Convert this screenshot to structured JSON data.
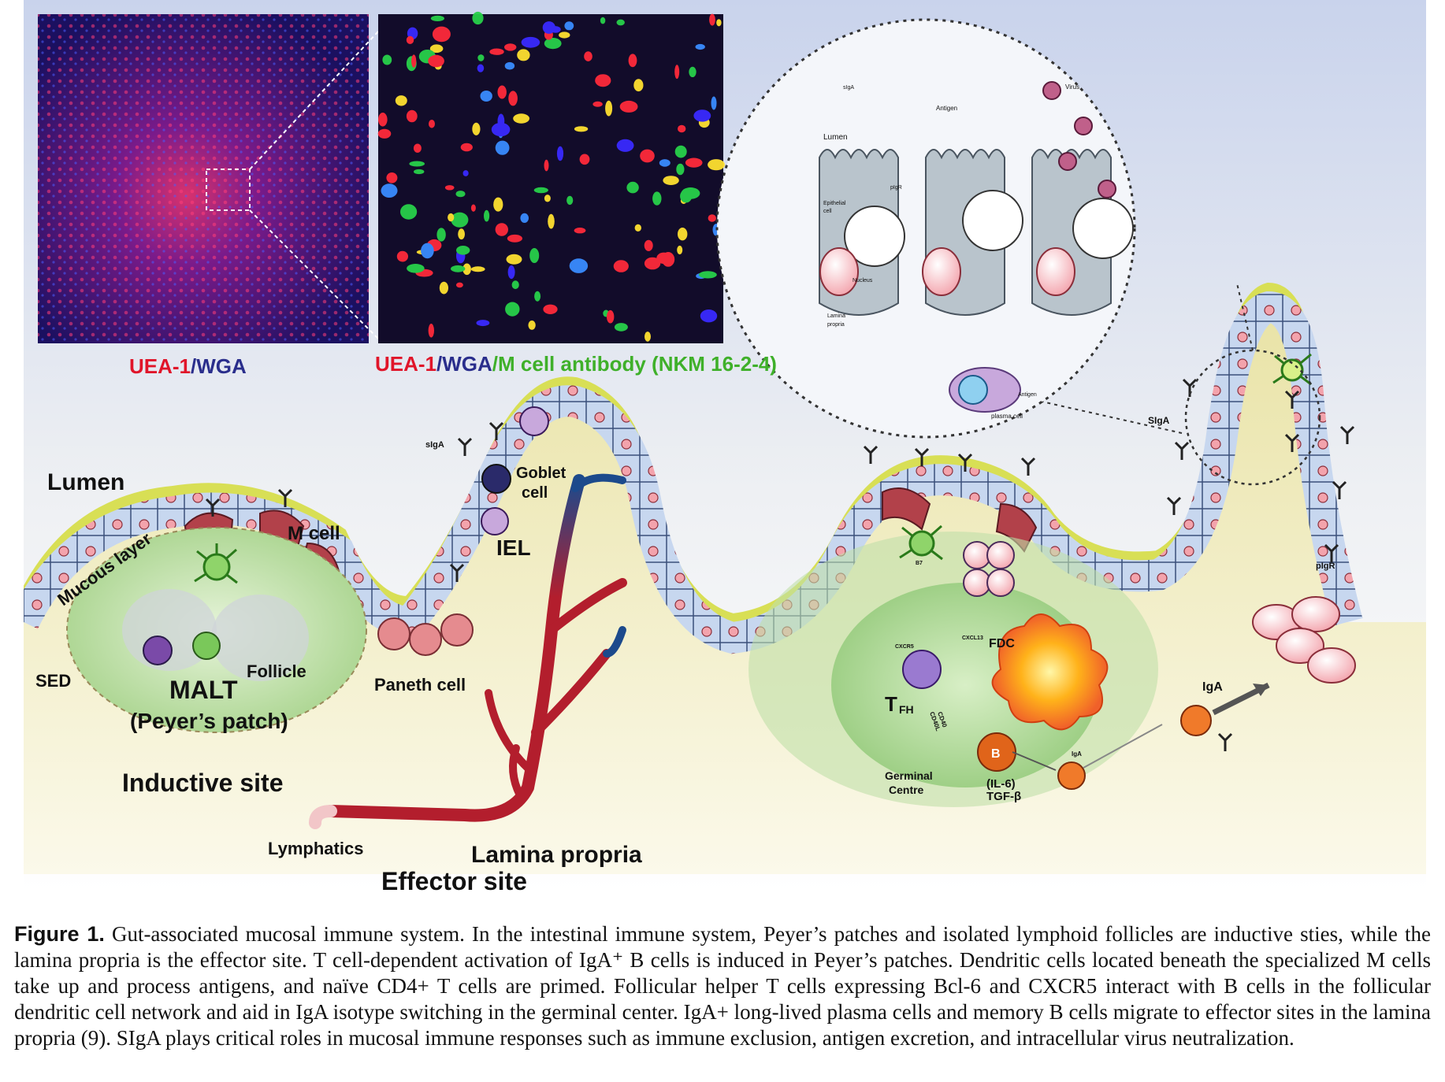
{
  "micrographs": {
    "left_caption": {
      "part1": "UEA-1",
      "sep": "/",
      "part2": "WGA"
    },
    "right_caption": {
      "part1": "UEA-1",
      "sep1": "/",
      "part2": "WGA",
      "sep2": "/",
      "part3": "M cell antibody (NKM 16-2-4)"
    }
  },
  "inset": {
    "lumen": "Lumen",
    "antigen": "Antigen",
    "virus": "Virus",
    "siga": "sIgA",
    "epithelial": "Epithelial",
    "cell": "cell",
    "pigr": "pIgR",
    "nucleus": "Nucleus",
    "lamina": "Lamina",
    "propria": "propria",
    "antigen2": "Antigen",
    "plasma_cell": "plasma cell"
  },
  "labels": {
    "lumen": "Lumen",
    "mucous_layer": "Mucous layer",
    "m_cell": "M cell",
    "siga_small": "sIgA",
    "goblet": "Goblet",
    "goblet_cell": "cell",
    "iel": "IEL",
    "siga_villus": "SIgA",
    "pigr": "pIgR",
    "sed": "SED",
    "follicle": "Follicle",
    "malt": "MALT",
    "peyers_patch": "(Peyer’s patch)",
    "paneth_cell": "Paneth cell",
    "inductive_site": "Inductive site",
    "lymphatics": "Lymphatics",
    "lamina_propria": "Lamina propria",
    "effector_site": "Effector site",
    "fdc": "FDC",
    "tfh_main": "T",
    "tfh_sub": "FH",
    "cxcr5": "CXCR5",
    "cxcl13": "CXCL13",
    "cd40l": "CD40L",
    "cd40": "CD40",
    "b": "B",
    "b7": "B7",
    "germinal": "Germinal",
    "centre": "Centre",
    "il6": "(IL-6)",
    "tgfb": "TGF-β",
    "iga_small": "IgA",
    "iga": "IgA"
  },
  "caption": {
    "title": "Figure 1.",
    "text": " Gut-associated mucosal immune system. In the intestinal immune system, Peyer’s patches and isolated lymphoid follicles are inductive sties, while the lamina propria is the effector site. T cell-dependent activation of IgA⁺ B cells is induced in Peyer’s patches. Dendritic cells located beneath the specialized M cells take up and process antigens, and naïve CD4+ T cells are primed. Follicular helper T cells expressing Bcl-6 and CXCR5 interact with B cells in the follicular dendritic cell network and aid in IgA isotype switching in the germinal center. IgA+ long-lived plasma cells and memory B cells migrate to effector sites in the lamina propria (9). SIgA plays critical roles in mucosal immune responses such as immune exclusion, antigen excretion, and intracellular virus neutralization."
  },
  "colors": {
    "sky_top": "#c9d3ec",
    "tissue": "#f2edbf",
    "mucus": "#d8df55",
    "epithelium": "#c7d7ef",
    "m_cell": "#b2414a",
    "blood_red": "#b31e2d",
    "blood_blue": "#1c4a8c",
    "follicle_green": "#bfe0a8",
    "red_label": "#e0152a",
    "blue_label": "#2a2e8c",
    "green_label": "#3fb02a"
  }
}
